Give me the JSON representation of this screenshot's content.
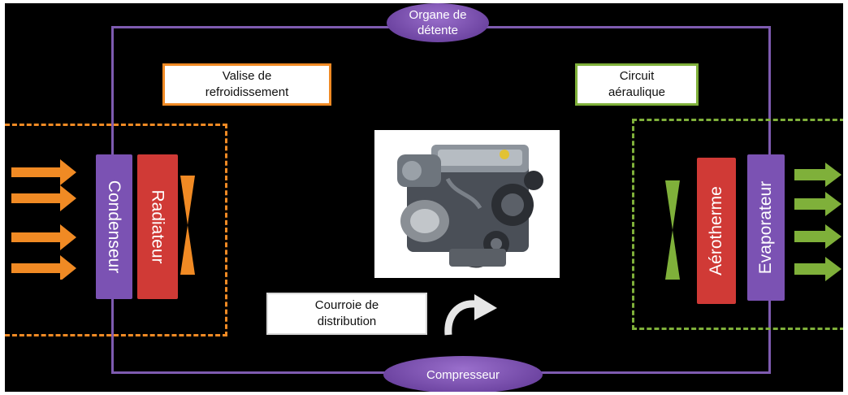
{
  "colors": {
    "background": "#000000",
    "circuit_line": "#7e5bb0",
    "accent_orange": "#f08a24",
    "accent_green": "#7fb03a",
    "radiator_red": "#d03a36",
    "node_purple": "#7b52b3"
  },
  "nodes": {
    "organe_detente": "Organe de détente",
    "compresseur": "Compresseur",
    "condenseur": "Condenseur",
    "radiateur": "Radiateur",
    "aerotherme": "Aérotherme",
    "evaporateur": "Evaporateur"
  },
  "labels": {
    "valise": "Valise de refroidissement",
    "circuit": "Circuit aéraulique",
    "courroie": "Courroie de distribution"
  },
  "images": {
    "engine": "engine-photo"
  },
  "icons": {
    "flow_arrow": "arrow-right-icon",
    "rotation": "curved-arrow-icon",
    "throttle": "hourglass-icon"
  }
}
